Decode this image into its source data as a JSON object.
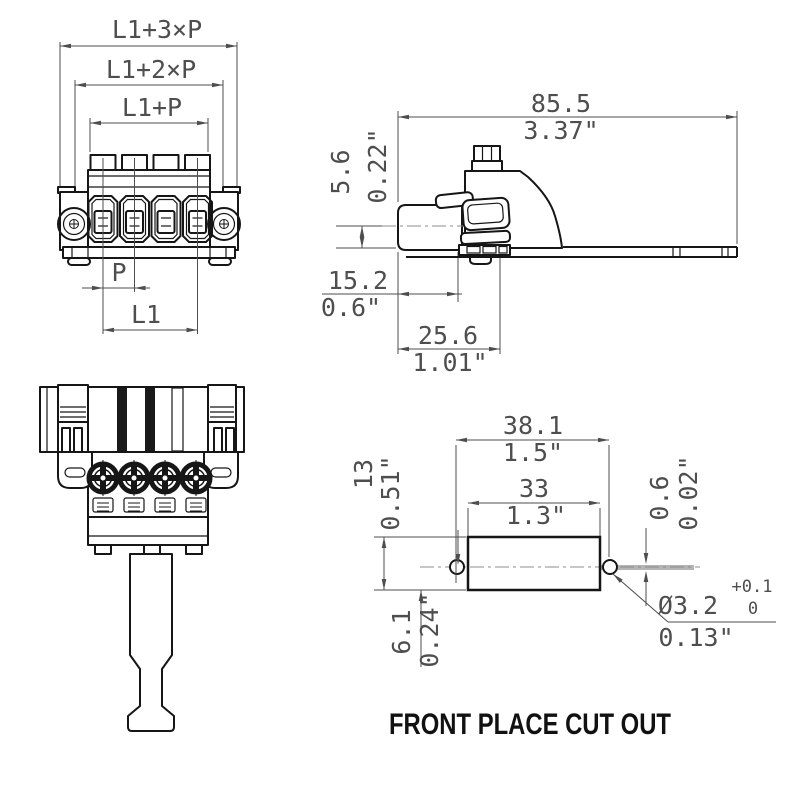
{
  "caption": "FRONT PLACE CUT OUT",
  "front_view": {
    "l1_3p": "L1+3×P",
    "l1_2p": "L1+2×P",
    "l1_p": "L1+P",
    "p": "P",
    "l1": "L1"
  },
  "side_view": {
    "width_mm": "85.5",
    "width_in": "3.37\"",
    "height_mm": "5.6",
    "height_in": "0.22\"",
    "depth1_mm": "15.2",
    "depth1_in": "0.6\"",
    "depth2_mm": "25.6",
    "depth2_in": "1.01\""
  },
  "cutout_view": {
    "outer_mm": "38.1",
    "outer_in": "1.5\"",
    "inner_mm": "33",
    "inner_in": "1.3\"",
    "height_mm": "13",
    "height_in": "0.51\"",
    "offset_mm": "6.1",
    "offset_in": "0.24\"",
    "tol_mm": "0.6",
    "tol_in": "0.02\"",
    "hole_dia": "Ø3.2",
    "hole_tol_upper": "+0.1",
    "hole_tol_lower": "0",
    "hole_dia_in": "0.13\""
  },
  "colors": {
    "line": "#161616",
    "dimension": "#4e4e4e",
    "centerline": "#8c8c8c",
    "highlight": "#b5b5b5",
    "background": "#ffffff"
  }
}
